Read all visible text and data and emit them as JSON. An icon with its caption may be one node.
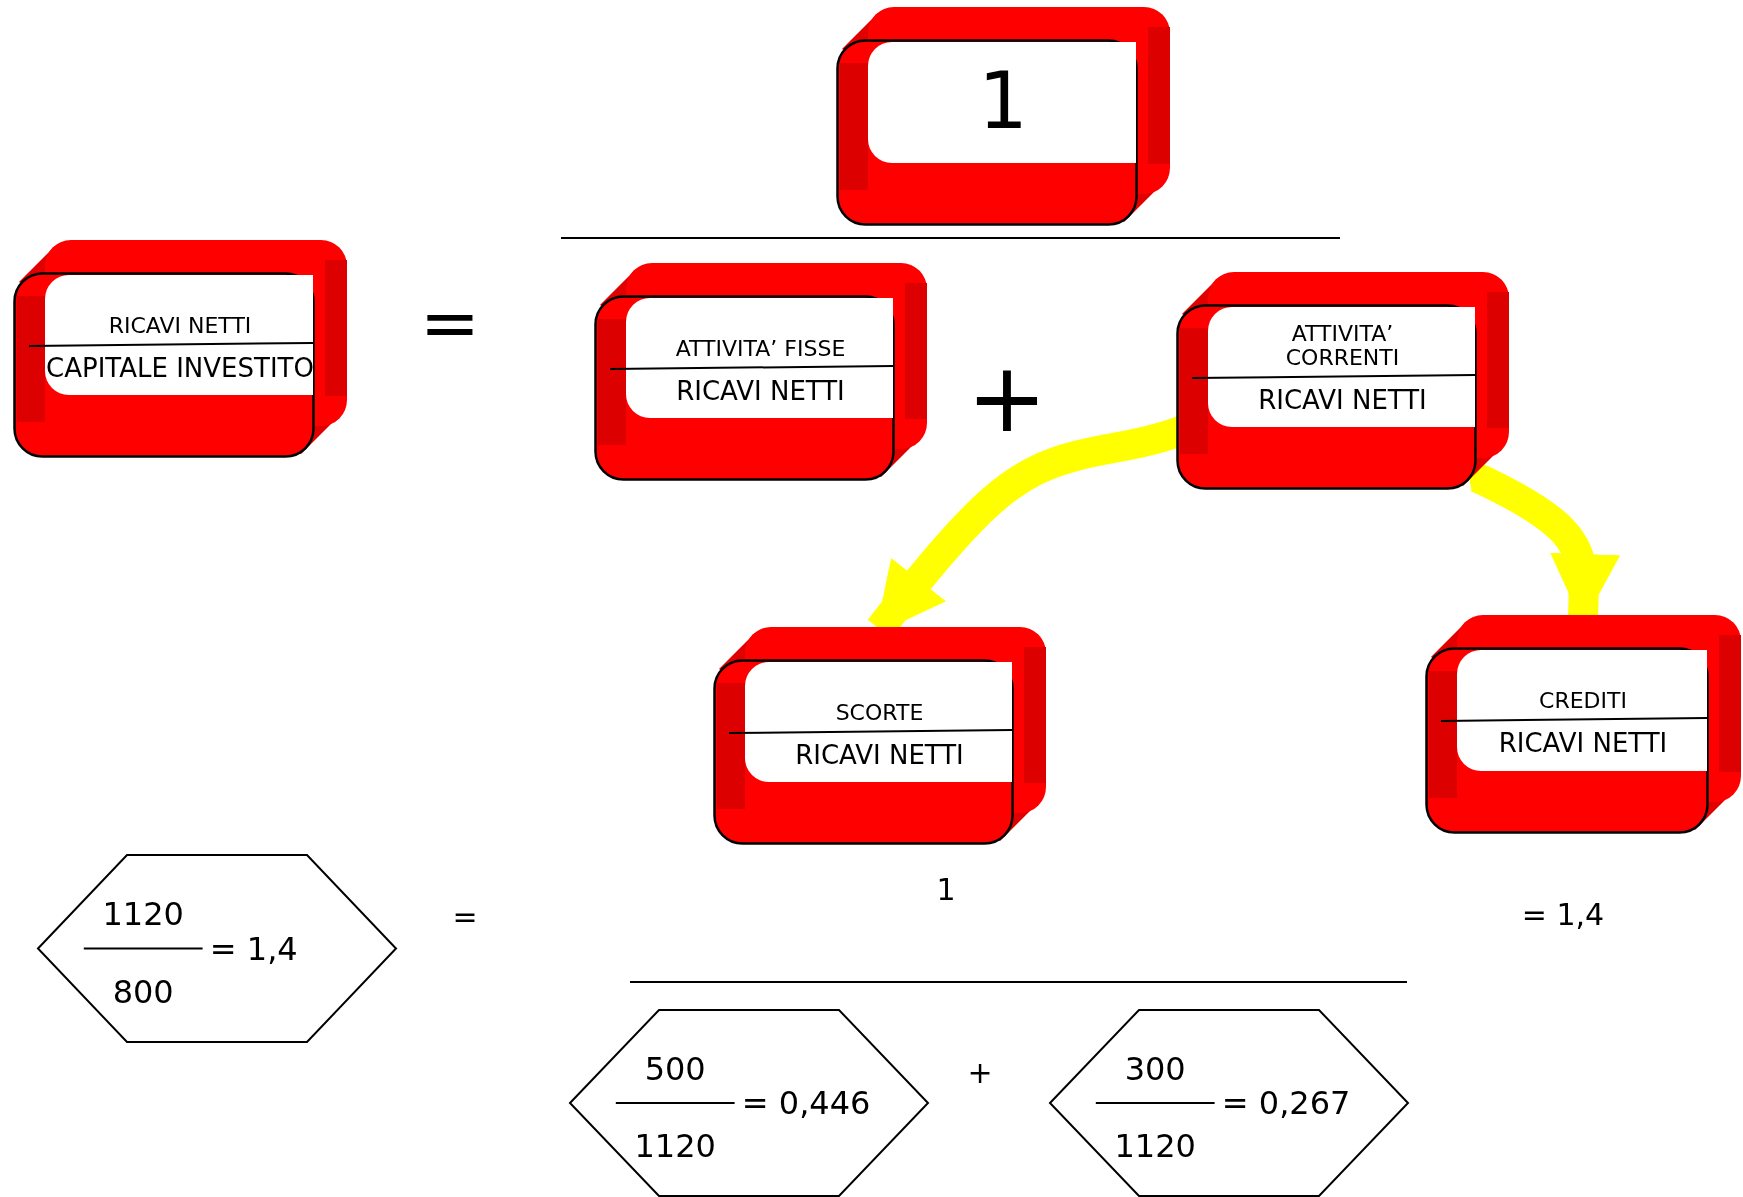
{
  "diagram": {
    "nodes": [
      {
        "text": [
          "RICAVI NETTI",
          "CAPITALE INVESTITO"
        ]
      },
      {
        "text": [
          "1"
        ]
      },
      {
        "text": [
          "ATTIVITA’ FISSE",
          "RICAVI NETTI"
        ]
      },
      {
        "text": [
          "ATTIVITA’ CORRENTI",
          "RICAVI NETTI"
        ]
      },
      {
        "text": [
          "SCORTE",
          "RICAVI NETTI"
        ]
      },
      {
        "text": [
          "CREDITI",
          "RICAVI NETTI"
        ]
      },
      {
        "text": [
          "1120",
          "800",
          "= 1,4"
        ]
      },
      {
        "text": [
          "500",
          "1120",
          "= 0,446"
        ]
      },
      {
        "text": [
          "300",
          "1120",
          "= 0,267"
        ]
      }
    ],
    "edges": [
      {
        "from": 3,
        "to": 4,
        "arrow": "to"
      },
      {
        "from": 3,
        "to": 5,
        "arrow": "to"
      }
    ],
    "labels": [
      "=",
      "+",
      "=",
      "1",
      "= 1,4",
      "+"
    ]
  }
}
